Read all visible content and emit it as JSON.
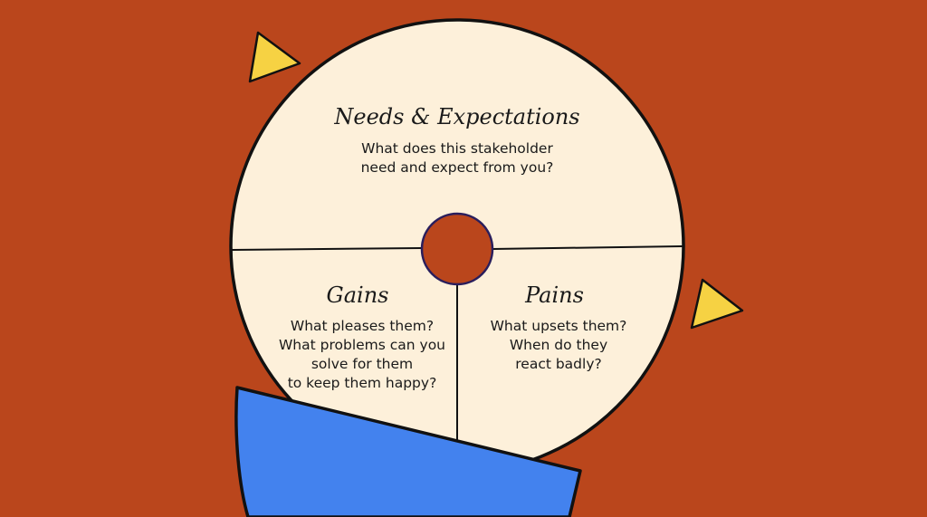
{
  "diagram": {
    "colors": {
      "background": "#BA461C",
      "circle_fill": "#FDF0DA",
      "outline": "#111111",
      "triangle": "#F6D243",
      "bowl": "#4382EE"
    },
    "sections": [
      {
        "id": "needs",
        "title": "Needs & Expectations",
        "body": "What does this stakeholder\nneed and expect from you?"
      },
      {
        "id": "gains",
        "title": "Gains",
        "body": "What pleases them?\nWhat problems can you\nsolve for them\nto keep them happy?"
      },
      {
        "id": "pains",
        "title": "Pains",
        "body": "What upsets them?\nWhen do they\nreact badly?"
      }
    ]
  }
}
